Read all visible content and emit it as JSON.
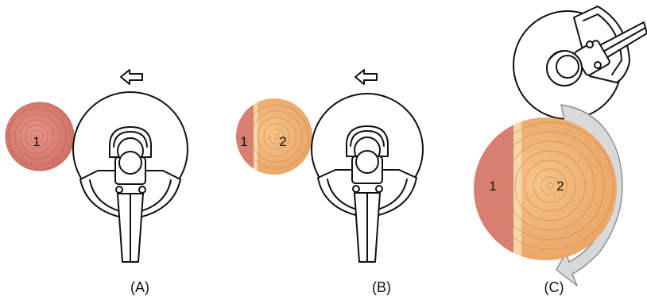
{
  "panels": [
    {
      "caption": "(A)",
      "labels": [
        "1"
      ]
    },
    {
      "caption": "(B)",
      "labels": [
        "1",
        "2"
      ]
    },
    {
      "caption": "(C)",
      "labels": [
        "1",
        "2"
      ]
    }
  ],
  "colors": {
    "wood_red": "#d97f72",
    "wood_orange": "#f0b477",
    "wood_light": "#f7d6a8",
    "ring": "#c9864e",
    "ring_red": "#b85c52",
    "arrow_grey": "#d9d9d9",
    "ink": "#111111"
  }
}
